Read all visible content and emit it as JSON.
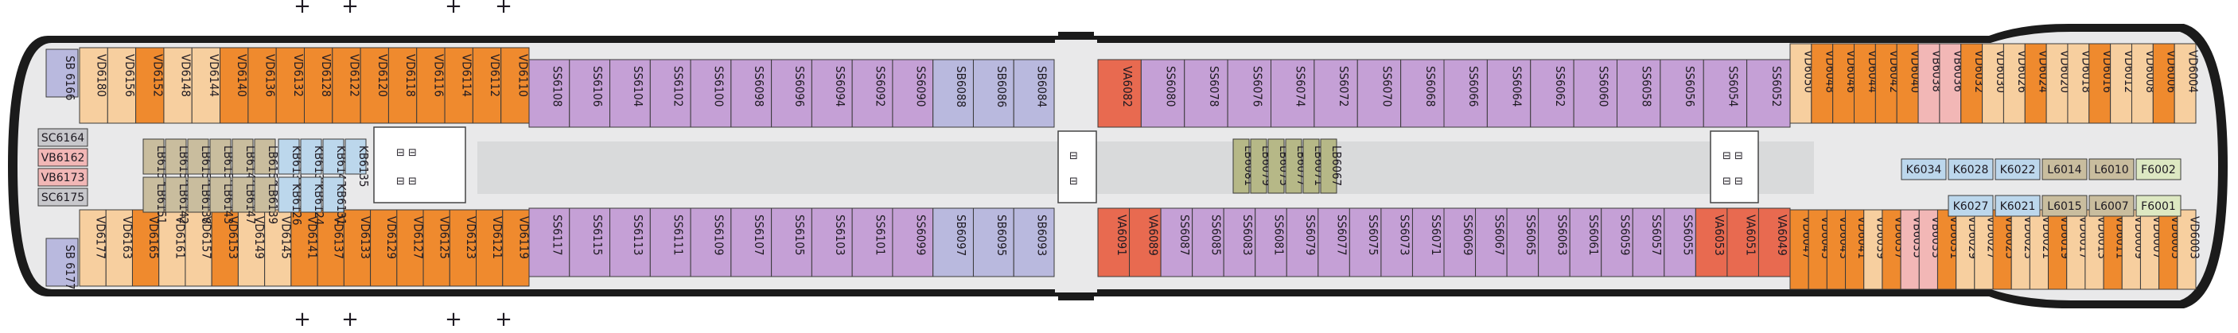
{
  "deck_plan": {
    "colors": {
      "hull": "#1b1b1b",
      "deck": "#e9e9ea",
      "corridor": "#d9dadb",
      "verandah_light": "#f7cf9f",
      "verandah_dark": "#ef8a2e",
      "verandah_rust": "#e86a50",
      "suite_purple": "#c5a0d6",
      "suite_lavender": "#b9b9de",
      "inside_tan": "#c9bd9e",
      "inside_blue": "#bcd7ec",
      "inside_olive": "#b6b887",
      "pink": "#f2b7b6",
      "green": "#dde8c2",
      "grey": "#c8c8cc"
    },
    "forward_labels_top": [
      "SB 6166",
      "SB 6177"
    ],
    "side_boxes_left": [
      "SC6164",
      "VB6162",
      "VB6173",
      "SC6175"
    ],
    "top_row_aft": [
      "VD6180",
      "VD6156",
      "VD6152",
      "VD6148",
      "VD6144",
      "VD6140",
      "VD6136",
      "VD6132",
      "VD6128",
      "VD6122",
      "VD6120",
      "VD6118",
      "VD6116",
      "VD6114",
      "VD6112",
      "VD6110"
    ],
    "top_row_mid": [
      "SS6108",
      "SS6106",
      "SS6104",
      "SS6102",
      "SS6100",
      "SS6098",
      "SS6096",
      "SS6094",
      "SS6092",
      "SS6090",
      "SB6088",
      "SB6086",
      "SB6084"
    ],
    "top_row_center": [
      "VA6082",
      "SS6080",
      "SS6078",
      "SS6076",
      "SS6074",
      "SS6072",
      "SS6070",
      "SS6068",
      "SS6066",
      "SS6064",
      "SS6062",
      "SS6060",
      "SS6058",
      "SS6056",
      "SS6054",
      "SS6052"
    ],
    "top_row_fwd": [
      "VD6050",
      "VD6048",
      "VD6046",
      "VD6044",
      "VD6042",
      "VD6040",
      "VB6038",
      "VB6036",
      "VD6032",
      "VD6030",
      "VD6026",
      "VD6024",
      "VD6020",
      "VD6018",
      "VD6016",
      "VD6012",
      "VD6008",
      "VD6006",
      "VD6004"
    ],
    "bottom_row_aft": [
      "VD6177",
      "VD6163",
      "VD6165",
      "VD6161",
      "VD6157",
      "VD6153",
      "VD6149",
      "VD6145",
      "VD6141",
      "VD6137",
      "VD6133",
      "VD6129",
      "VD6127",
      "VD6125",
      "VD6123",
      "VD6121",
      "VD6119"
    ],
    "bottom_row_mid": [
      "SS6117",
      "SS6115",
      "SS6113",
      "SS6111",
      "SS6109",
      "SS6107",
      "SS6105",
      "SS6103",
      "SS6101",
      "SS6099",
      "SB6097",
      "SB6095",
      "SB6093"
    ],
    "bottom_row_center": [
      "VA6091",
      "VA6089",
      "SS6087",
      "SS6085",
      "SS6083",
      "SS6081",
      "SS6079",
      "SS6077",
      "SS6075",
      "SS6073",
      "SS6071",
      "SS6069",
      "SS6067",
      "SS6065",
      "SS6063",
      "SS6061",
      "SS6059",
      "SS6057",
      "SS6055",
      "VA6053",
      "VA6051",
      "VA6049"
    ],
    "bottom_row_fwd": [
      "VD6047",
      "VD6045",
      "VD6043",
      "VD6041",
      "VD6039",
      "VD6037",
      "VB6035",
      "VB6033",
      "VD6031",
      "VD6029",
      "VD6027",
      "VD6025",
      "VD6023",
      "VD6021",
      "VD6019",
      "VD6017",
      "VD6013",
      "VD6011",
      "VD6009",
      "VD6007",
      "VD6005",
      "VD6003"
    ],
    "inner_aft_left": [
      "LB6154",
      "LB6158",
      "LB6159",
      "LB6155",
      "LB6146",
      "LB6150",
      "LB6151",
      "LB6142",
      "LB6138",
      "LB6143",
      "LB6147",
      "LB6139"
    ],
    "inner_aft_blue": [
      "KB6134",
      "KB6130",
      "KB6143",
      "KB6135",
      "KB6126",
      "KB6124",
      "KB6131"
    ],
    "inner_mid_olive": [
      "LB6081",
      "LB6079",
      "LB6075",
      "LB6077",
      "LB6071",
      "LB6067"
    ],
    "inner_fwd_top": [
      "K6034",
      "K6028",
      "K6022",
      "L6014",
      "L6010",
      "F6002"
    ],
    "inner_fwd_bottom": [
      "K6027",
      "K6021",
      "L6015",
      "L6007",
      "F6001"
    ],
    "plus_markers": [
      "+",
      "+",
      "+",
      "+"
    ]
  }
}
